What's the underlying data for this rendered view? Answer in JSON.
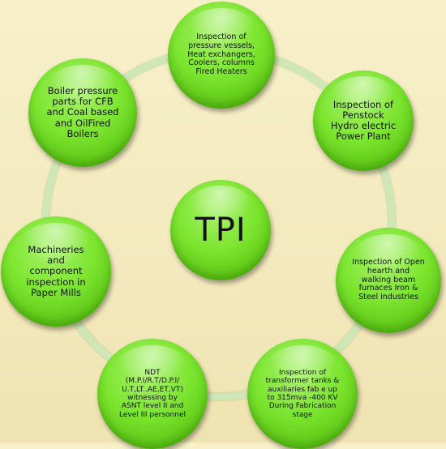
{
  "center": {
    "label": "TPI"
  },
  "nodes": {
    "top": "Inspection of\npressure vessels,\nHeat exchangers,\nCoolers, columns\nFired Heaters",
    "upper_right": "Inspection of\nPenstock\nHydro electric\nPower Plant",
    "right": "Inspection of Open\nhearth and\nwalking beam\nfurnaces Iron &\nSteel industries",
    "bottom_right": "Inspection of\ntransformer tanks &\nauxiliaries fab e up\nto 315mva -400 KV\nDuring Fabrication\nstage",
    "bottom_left": "NDT\n(M.P.I/R.T/D.P.I/\nU.T,LT..AE,ET,VT)\nwitnessing by\nASNT level II and\nLevel III personnel",
    "left": "Machineries\nand\ncomponent\ninspection in\nPaper Mills",
    "upper_left": "Boiler pressure\nparts for CFB\nand Coal based\nand OilFired\nBoilers"
  },
  "colors": {
    "node": "#7ce52f",
    "ring": "#cfe7b6",
    "background": "#f5edc4"
  }
}
